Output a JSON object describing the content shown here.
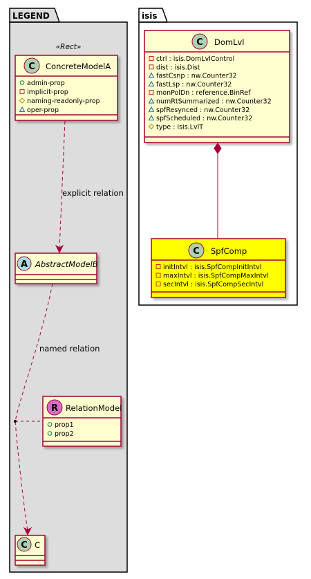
{
  "packages": {
    "legend": {
      "title": "LEGEND",
      "stereotype": "«Rect»",
      "concrete_model": {
        "name": "ConcreteModelA",
        "badge": "C",
        "attributes": [
          {
            "vis": "public",
            "text": "admin-prop"
          },
          {
            "vis": "private",
            "text": "implicit-prop"
          },
          {
            "vis": "protected",
            "text": "naming-readonly-prop"
          },
          {
            "vis": "package",
            "text": "oper-prop"
          }
        ]
      },
      "abstract_model": {
        "name": "AbstractModelB",
        "badge": "A"
      },
      "relation_model": {
        "name": "RelationModel",
        "badge": "R",
        "attributes": [
          {
            "vis": "public",
            "text": "prop1"
          },
          {
            "vis": "public",
            "text": "prop2"
          }
        ]
      },
      "class_c": {
        "name": "C",
        "badge": "C"
      },
      "explicit_relation_label": "explicit relation",
      "named_relation_label": "named relation"
    },
    "isis": {
      "title": "isis",
      "domlvl": {
        "name": "DomLvl",
        "badge": "C",
        "attributes": [
          {
            "vis": "private",
            "text": "ctrl : isis.DomLvlControl"
          },
          {
            "vis": "private",
            "text": "dist : isis.Dist"
          },
          {
            "vis": "package",
            "text": "fastCsnp : nw.Counter32"
          },
          {
            "vis": "package",
            "text": "fastLsp : nw.Counter32"
          },
          {
            "vis": "private",
            "text": "monPolDn : reference.BinRef"
          },
          {
            "vis": "package",
            "text": "numRtSummarized : nw.Counter32"
          },
          {
            "vis": "package",
            "text": "spfResynced : nw.Counter32"
          },
          {
            "vis": "package",
            "text": "spfScheduled : nw.Counter32"
          },
          {
            "vis": "protected",
            "text": "type : isis.LvlT"
          }
        ]
      },
      "spfcomp": {
        "name": "SpfComp",
        "badge": "C",
        "attributes": [
          {
            "vis": "private",
            "text": "initIntvl : isis.SpfCompInitIntvl"
          },
          {
            "vis": "private",
            "text": "maxIntvl : isis.SpfCompMaxIntvl"
          },
          {
            "vis": "private",
            "text": "secIntvl : isis.SpfCompSecIntvl"
          }
        ]
      }
    }
  },
  "colors": {
    "class_fill": "#FEFECE",
    "class_border": "#A80036",
    "highlight_fill": "#FFFF00",
    "legend_bg": "#DDDDDD",
    "badge_C": "#ADD1B2",
    "badge_A": "#A9DCDF",
    "badge_R": "#D56EC4",
    "arrow": "#A80036"
  }
}
